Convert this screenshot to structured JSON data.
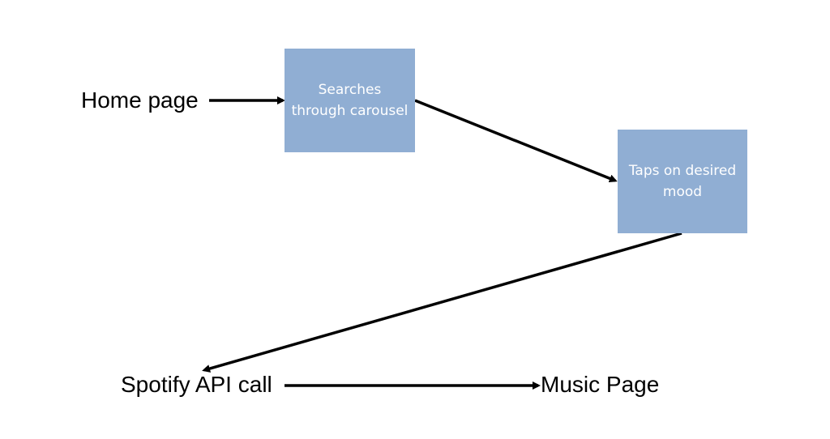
{
  "nodes": {
    "home": {
      "label": "Home page"
    },
    "search": {
      "label": "Searches through carousel"
    },
    "tap": {
      "label": "Taps on desired mood"
    },
    "spotify": {
      "label": "Spotify API call"
    },
    "music": {
      "label": "Music Page"
    }
  },
  "edges": [
    {
      "from": "home",
      "to": "search"
    },
    {
      "from": "search",
      "to": "tap"
    },
    {
      "from": "tap",
      "to": "spotify"
    },
    {
      "from": "spotify",
      "to": "music"
    }
  ],
  "colors": {
    "box_fill": "#90aed3",
    "box_text": "#ffffff",
    "arrow": "#000000",
    "text": "#000000",
    "background": "#ffffff"
  }
}
